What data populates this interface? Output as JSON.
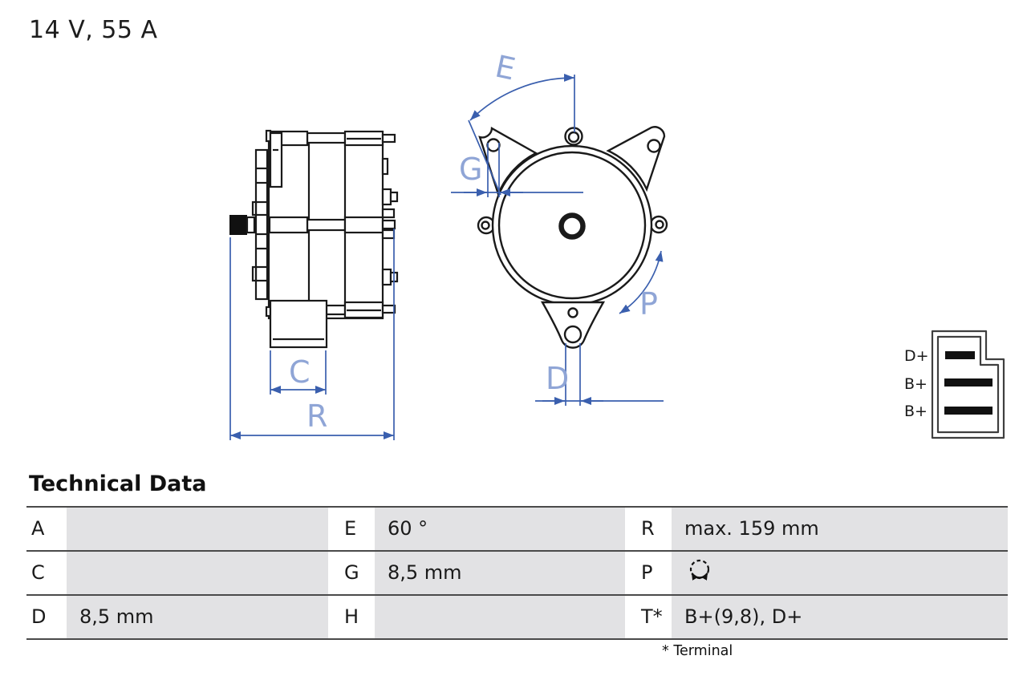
{
  "title": "14 V, 55 A",
  "drawing": {
    "dimension_labels": {
      "e": "E",
      "g": "G",
      "c": "C",
      "r": "R",
      "d": "D",
      "p": "P"
    },
    "connector_pins": [
      "D+",
      "B+",
      "B+"
    ],
    "colors": {
      "drawing_line": "#1a1a1a",
      "dimension_line": "#3a5fae",
      "dimension_label": "#8fa5d6",
      "table_cell_gray": "#e2e2e4"
    }
  },
  "technical_data": {
    "heading": "Technical Data",
    "rows": [
      {
        "c1": {
          "key": "A",
          "value": ""
        },
        "c2": {
          "key": "E",
          "value": "60 °"
        },
        "c3": {
          "key": "R",
          "value": "max. 159 mm"
        }
      },
      {
        "c1": {
          "key": "C",
          "value": ""
        },
        "c2": {
          "key": "G",
          "value": "8,5 mm"
        },
        "c3": {
          "key": "P",
          "value": "",
          "icon": "rotation-direction-icon"
        }
      },
      {
        "c1": {
          "key": "D",
          "value": "8,5 mm"
        },
        "c2": {
          "key": "H",
          "value": ""
        },
        "c3": {
          "key": "T*",
          "value": "B+(9,8), D+"
        }
      }
    ],
    "footnote": "* Terminal"
  }
}
